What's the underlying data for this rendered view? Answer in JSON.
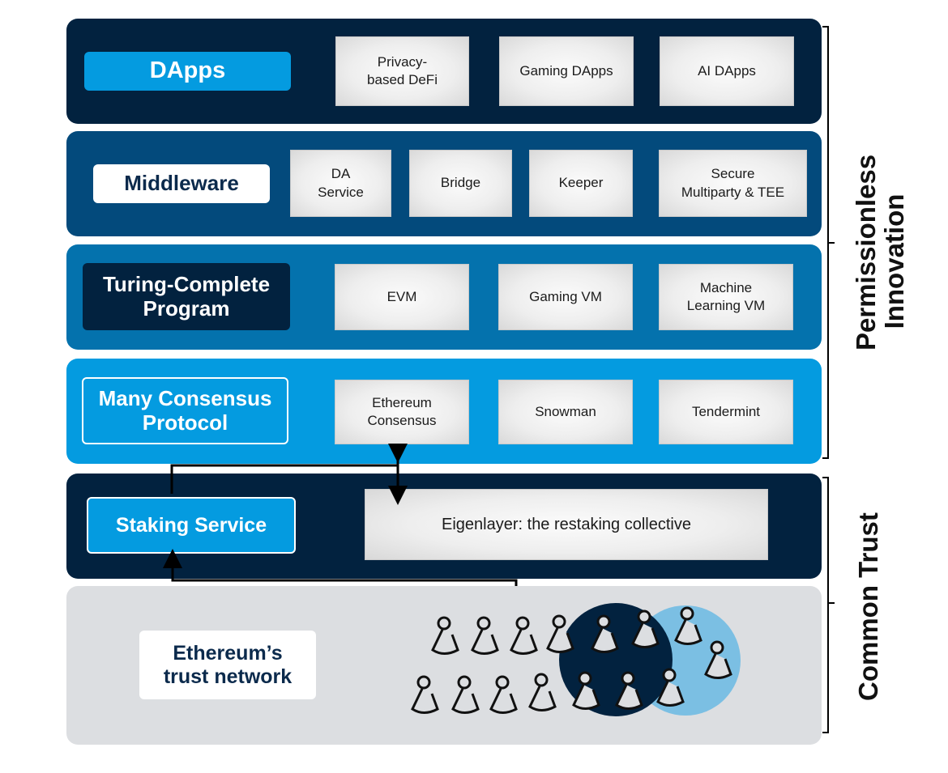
{
  "layers": {
    "dapps": {
      "label": "DApps",
      "items": [
        "Privacy-\nbased DeFi",
        "Gaming DApps",
        "AI DApps"
      ]
    },
    "middleware": {
      "label": "Middleware",
      "items": [
        "DA\nService",
        "Bridge",
        "Keeper",
        "Secure\nMultiparty & TEE"
      ]
    },
    "turing": {
      "label": "Turing-Complete\nProgram",
      "items": [
        "EVM",
        "Gaming VM",
        "Machine\nLearning VM"
      ]
    },
    "consensus": {
      "label": "Many Consensus\nProtocol",
      "items": [
        "Ethereum\nConsensus",
        "Snowman",
        "Tendermint"
      ]
    },
    "staking": {
      "label": "Staking Service",
      "items": [
        "Eigenlayer: the restaking collective"
      ]
    },
    "trust": {
      "label": "Ethereum’s\ntrust network",
      "people_count": 16
    }
  },
  "braces": {
    "upper": "Permissionless\nInnovation",
    "lower": "Common Trust"
  },
  "colors": {
    "navy": "#02223f",
    "dark_blue": "#034a7c",
    "mid_blue": "#0472ad",
    "bright_blue": "#049be0",
    "light_blue_circle": "#7bbfe3",
    "grey_panel": "#dcdee1"
  }
}
